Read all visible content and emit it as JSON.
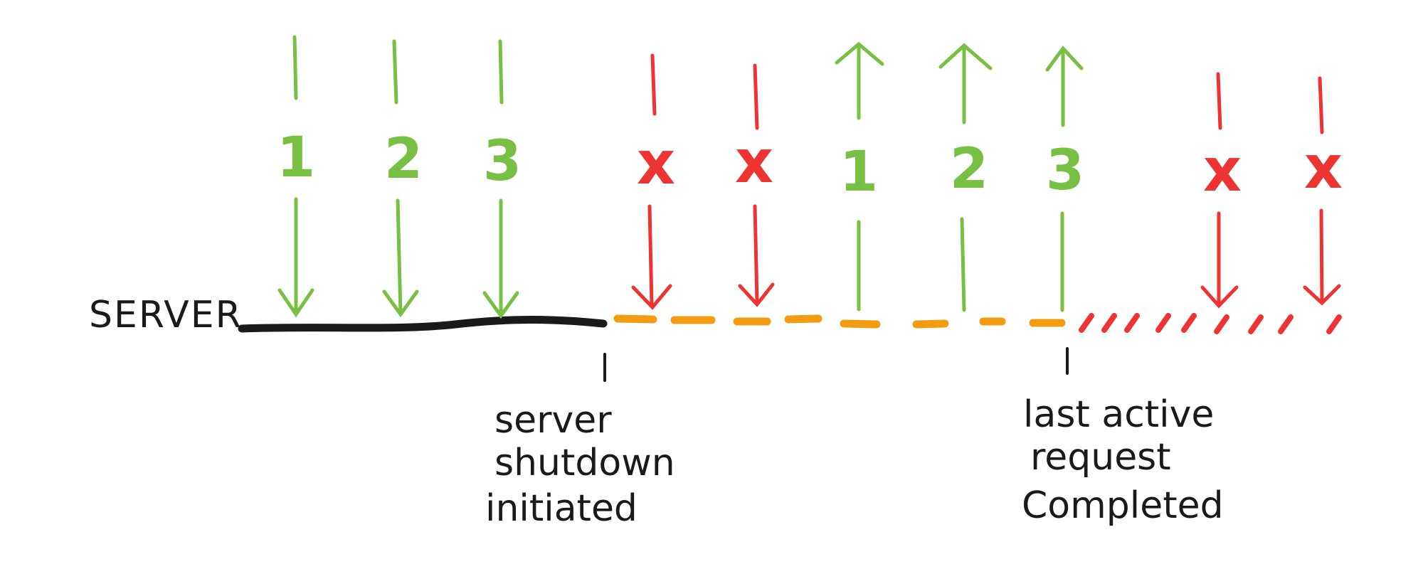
{
  "colors": {
    "success": "#77c043",
    "rejected": "#ee3333",
    "draining": "#f39c12",
    "timeline": "#1a1a1a"
  },
  "server_label": "SERVER",
  "phase1_requests": [
    {
      "label": "1"
    },
    {
      "label": "2"
    },
    {
      "label": "3"
    }
  ],
  "draining_rejected_1": {
    "label": "x"
  },
  "draining_rejected_2": {
    "label": "x"
  },
  "responses": [
    {
      "label": "1"
    },
    {
      "label": "2"
    },
    {
      "label": "3"
    }
  ],
  "post_shutdown_rejected": [
    {
      "label": "x"
    },
    {
      "label": "x"
    }
  ],
  "annotation_shutdown": {
    "line1": "server",
    "line2": "shutdown",
    "line3": "initiated"
  },
  "annotation_completed": {
    "line1": "last active",
    "line2": "request",
    "line3": "Completed"
  }
}
